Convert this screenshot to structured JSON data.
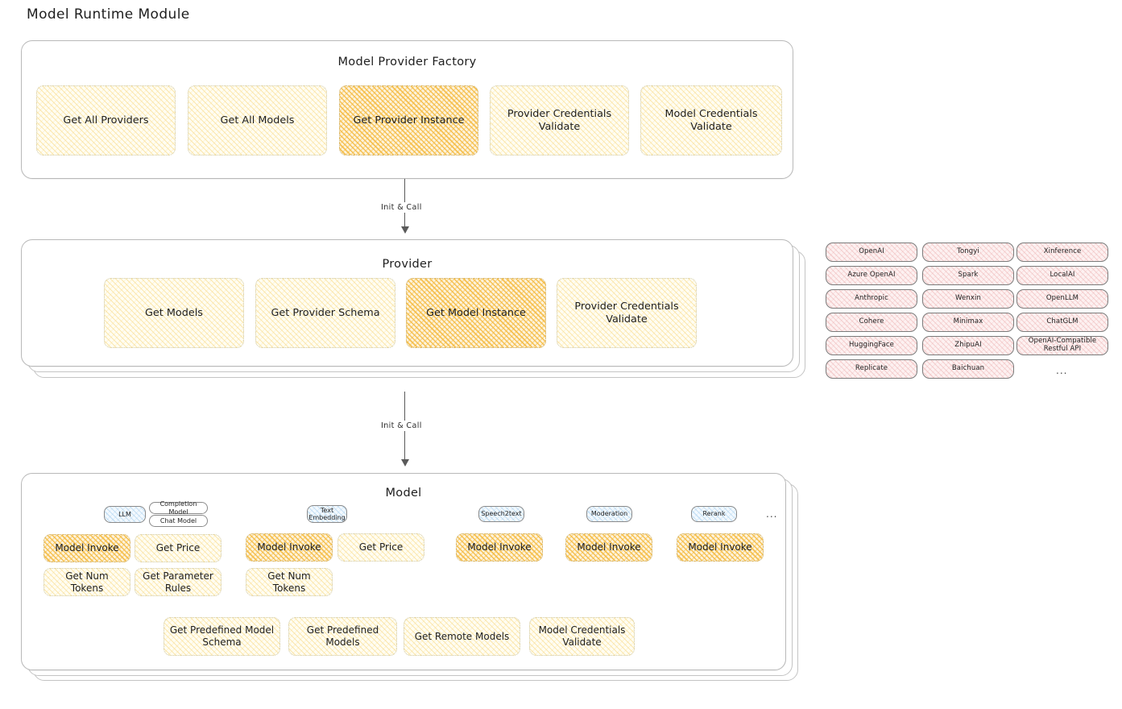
{
  "page": {
    "title": "Model Runtime Module"
  },
  "factory": {
    "title": "Model Provider Factory",
    "nodes": [
      {
        "label": "Get All Providers",
        "style": "yellow"
      },
      {
        "label": "Get All Models",
        "style": "yellow"
      },
      {
        "label": "Get Provider Instance",
        "style": "orange"
      },
      {
        "label": "Provider Credentials Validate",
        "style": "yellow"
      },
      {
        "label": "Model Credentials Validate",
        "style": "yellow"
      }
    ]
  },
  "connector_1": {
    "label": "Init & Call"
  },
  "provider": {
    "title": "Provider",
    "nodes": [
      {
        "label": "Get Models",
        "style": "yellow"
      },
      {
        "label": "Get Provider Schema",
        "style": "yellow"
      },
      {
        "label": "Get Model Instance",
        "style": "orange"
      },
      {
        "label": "Provider Credentials Validate",
        "style": "yellow"
      }
    ]
  },
  "provider_list": {
    "columns": [
      {
        "items": [
          "OpenAI",
          "Azure OpenAI",
          "Anthropic",
          "Cohere",
          "HuggingFace",
          "Replicate"
        ]
      },
      {
        "items": [
          "Tongyi",
          "Spark",
          "Wenxin",
          "Minimax",
          "ZhipuAI",
          "Baichuan"
        ]
      },
      {
        "items": [
          "Xinference",
          "LocalAI",
          "OpenLLM",
          "ChatGLM",
          "OpenAI-Compatible Restful API"
        ]
      }
    ],
    "more_mark": "..."
  },
  "connector_2": {
    "label": "Init & Call"
  },
  "model": {
    "title": "Model",
    "more_mark": "...",
    "types": [
      {
        "badge": "LLM",
        "badge_style": "blue",
        "sub_badges": [
          "Completion Model",
          "Chat Model"
        ],
        "methods": [
          {
            "label": "Model Invoke",
            "style": "orange"
          },
          {
            "label": "Get Price",
            "style": "yellow"
          },
          {
            "label": "Get Num Tokens",
            "style": "yellow"
          },
          {
            "label": "Get Parameter Rules",
            "style": "yellow"
          }
        ]
      },
      {
        "badge": "Text Embedding",
        "badge_style": "blue",
        "sub_badges": [],
        "methods": [
          {
            "label": "Model Invoke",
            "style": "orange"
          },
          {
            "label": "Get Price",
            "style": "yellow"
          },
          {
            "label": "Get Num Tokens",
            "style": "yellow"
          }
        ]
      },
      {
        "badge": "Speech2text",
        "badge_style": "blue",
        "sub_badges": [],
        "methods": [
          {
            "label": "Model Invoke",
            "style": "orange"
          }
        ]
      },
      {
        "badge": "Moderation",
        "badge_style": "blue",
        "sub_badges": [],
        "methods": [
          {
            "label": "Model Invoke",
            "style": "orange"
          }
        ]
      },
      {
        "badge": "Rerank",
        "badge_style": "blue",
        "sub_badges": [],
        "methods": [
          {
            "label": "Model Invoke",
            "style": "orange"
          }
        ]
      }
    ],
    "shared_methods": [
      {
        "label": "Get Predefined Model Schema",
        "style": "yellow"
      },
      {
        "label": "Get Predefined Models",
        "style": "yellow"
      },
      {
        "label": "Get Remote Models",
        "style": "yellow"
      },
      {
        "label": "Model Credentials Validate",
        "style": "yellow"
      }
    ]
  },
  "colors": {
    "highlight_fill": "#f4b93c",
    "node_fill": "#f8d67a",
    "provider_pill_fill": "#e8a0a0",
    "badge_fill": "#8cc0e8",
    "stroke": "#1e1e1e"
  }
}
